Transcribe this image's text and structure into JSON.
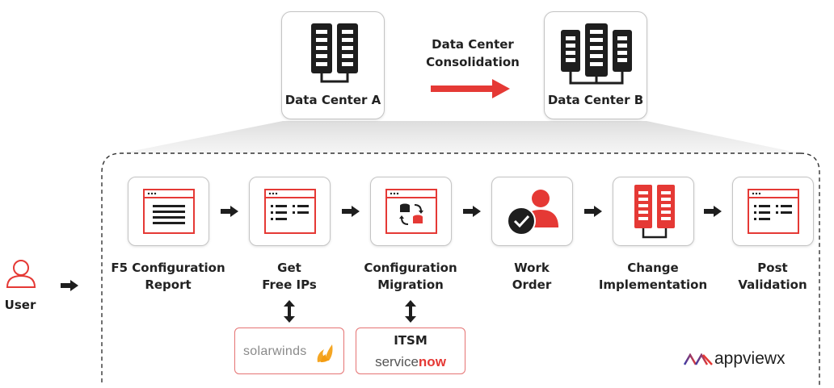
{
  "top": {
    "source_label": "Data Center A",
    "target_label": "Data Center B",
    "arrow_label_line1": "Data Center",
    "arrow_label_line2": "Consolidation"
  },
  "user": {
    "label": "User"
  },
  "steps": [
    {
      "line1": "F5 Configuration",
      "line2": "Report",
      "icon": "report-window-icon"
    },
    {
      "line1": "Get",
      "line2": "Free IPs",
      "icon": "list-window-icon"
    },
    {
      "line1": "Configuration",
      "line2": "Migration",
      "icon": "migration-window-icon"
    },
    {
      "line1": "Work",
      "line2": "Order",
      "icon": "user-check-icon"
    },
    {
      "line1": "Change",
      "line2": "Implementation",
      "icon": "server-icon"
    },
    {
      "line1": "Post",
      "line2": "Validation",
      "icon": "list-window-icon"
    }
  ],
  "integrations": {
    "solarwinds": "solarwinds",
    "itsm_title": "ITSM",
    "servicenow_prefix": "service",
    "servicenow_suffix": "now"
  },
  "brand": {
    "name": "appviewx"
  },
  "colors": {
    "accent": "#e53935",
    "dark": "#1e1e1e",
    "border": "#c4c4c4"
  }
}
